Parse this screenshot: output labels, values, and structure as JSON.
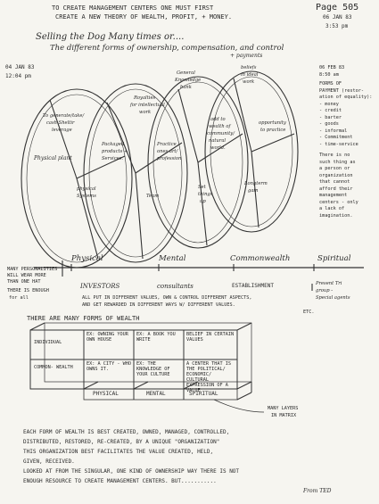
{
  "header": {
    "line1": "TO CREATE MANAGEMENT CENTERS ONE MUST FIRST",
    "line2": "CREATE A NEW THEORY OF WEALTH, PROFIT, + MONEY.",
    "page": "Page 505",
    "date": "06 JAN 83",
    "time": "3:53 pm"
  },
  "title": {
    "line1": "Selling the Dog Many times or....",
    "line2": "The different forms of ownership, compensation, and control",
    "line2b": "+ payments"
  },
  "left_note": {
    "date": "04 JAN 83",
    "time": "12:04 pm"
  },
  "wheels": [
    {
      "name": "physical",
      "center": "Physical plant",
      "segments": [
        "To generate / take/ cash Sheltir leverage",
        "Physical Systems"
      ]
    },
    {
      "name": "mental",
      "segments": [
        "Royalties for intellectual work",
        "Packaged products + Services",
        "Team"
      ]
    },
    {
      "name": "commonwealth",
      "segments": [
        "General Knowledge bank",
        "Practice ones art/ profession",
        "Set things up"
      ]
    },
    {
      "name": "spiritual",
      "segments": [
        "Beliefs in ideal work",
        "Add to wealth of community/ natural world",
        "Longterm gain",
        "Opportunity to practice"
      ]
    }
  ],
  "right_note": {
    "date": "06 FEB 83",
    "time": "8:50 am",
    "lines": [
      "FORMS OF",
      "PAYMENT (restor-",
      "ation of equality):",
      "- money",
      "- credit",
      "- barter",
      "- goods",
      "- informal",
      "- Commitment",
      "- time-service"
    ],
    "lines2": [
      "There is no",
      "such thing as",
      "a person or",
      "organization",
      "that cannot",
      "afford their",
      "management",
      "centers - only",
      "a lack of",
      "imagination."
    ]
  },
  "axis": {
    "labels": [
      "Physical",
      "Mental",
      "Commonwealth",
      "Spiritual"
    ],
    "under": [
      "INVESTORS",
      "consultants",
      "ESTABLISHMENT",
      "Present Tri group - Special agents"
    ]
  },
  "side_note": {
    "lines": [
      "MANY PERSONALITIES",
      "WILL WEAR MORE",
      "THAN ONE HAT",
      "THERE IS ENOUGH",
      "for all"
    ]
  },
  "summary": {
    "line1": "ALL PUT IN DIFFERENT VALUES, OWN & CONTROL DIFFERENT ASPECTS,",
    "line2": "AND GET REWARDED IN DIFFERENT WAYS W/ DIFFERENT VALUES.",
    "etc": "ETC."
  },
  "matrix": {
    "title": "THERE ARE MANY FORMS OF WEALTH",
    "rows": [
      "INDIVIDUAL",
      "COMMON- WEALTH"
    ],
    "cols": [
      "PHYSICAL",
      "MENTAL",
      "SPIRITUAL"
    ],
    "cells": [
      [
        "EX: OWNING YOUR OWN HOUSE",
        "EX: A BOOK YOU WRITE",
        "BELIEF IN CERTAIN VALUES"
      ],
      [
        "EX: A CITY - WHO OWNS IT.",
        "EX: THE KNOWLEDGE OF YOUR CULTURE",
        "A CENTER THAT IS THE POLITICAL/ ECONOMIC/ CULTURAL EXPRESSION OF A VALUE"
      ]
    ],
    "note": "MANY LAYERS IN MATRIX"
  },
  "footer": [
    "EACH FORM OF WEALTH IS BEST CREATED, OWNED, MANAGED, CONTROLLED,",
    "DISTRIBUTED, RESTORED, RE-CREATED, BY A UNIQUE \"ORGANIZATION\"",
    "THIS ORGANIZATION BEST FACILITATES THE VALUE CREATED, HELD,",
    "GIVEN, RECEIVED.",
    "LOOKED AT FROM THE SINGULAR, ONE KIND OF OWNERSHIP WAY THERE IS NOT",
    "ENOUGH RESOURCE TO CREATE MANAGEMENT CENTERS. BUT...........",
    "From TED"
  ]
}
